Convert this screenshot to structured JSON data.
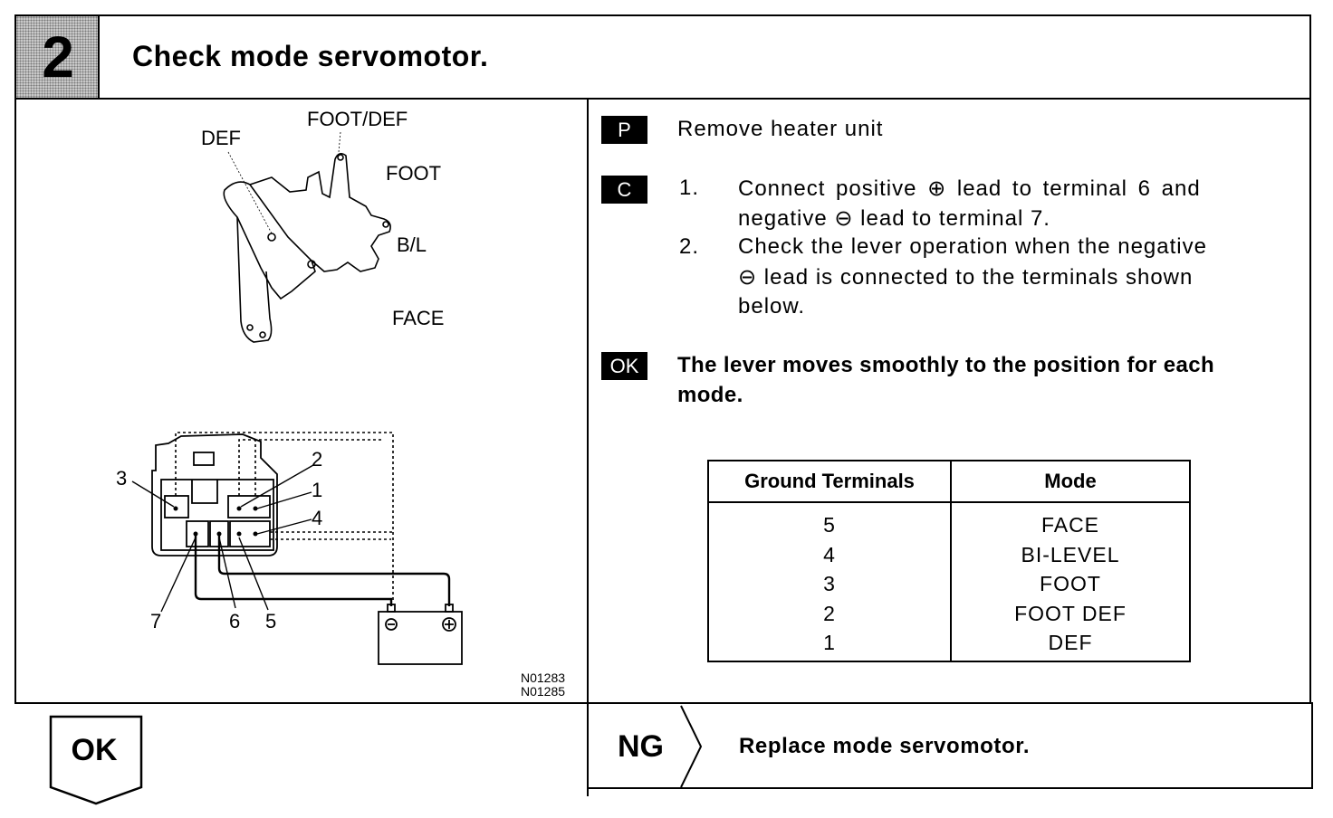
{
  "step": {
    "number": "2",
    "title": "Check mode servomotor."
  },
  "diagram": {
    "lever_labels": [
      "DEF",
      "FOOT/DEF",
      "FOOT",
      "B/L",
      "FACE"
    ],
    "connector_terminals": [
      "3",
      "2",
      "1",
      "4",
      "7",
      "6",
      "5"
    ],
    "codes": [
      "N01283",
      "N01285"
    ]
  },
  "procedure": {
    "p_badge": "P",
    "p_text": "Remove heater unit",
    "c_badge": "C",
    "steps": [
      {
        "num": "1.",
        "line1": "Connect positive ⊕ lead to terminal 6 and",
        "line2": "negative ⊖ lead to terminal 7."
      },
      {
        "num": "2.",
        "line1": "Check the lever operation when the negative",
        "line2": "⊖ lead is connected to the terminals shown",
        "line3": "below."
      }
    ],
    "ok_badge": "OK",
    "ok_line1": "The lever moves smoothly to the position for each",
    "ok_line2": "mode."
  },
  "table": {
    "headers": [
      "Ground Terminals",
      "Mode"
    ],
    "terminals": [
      "5",
      "4",
      "3",
      "2",
      "1"
    ],
    "modes": [
      "FACE",
      "BI-LEVEL",
      "FOOT",
      "FOOT DEF",
      "DEF"
    ]
  },
  "ok_result": "OK",
  "ng_result": {
    "label": "NG",
    "text": "Replace mode servomotor."
  }
}
